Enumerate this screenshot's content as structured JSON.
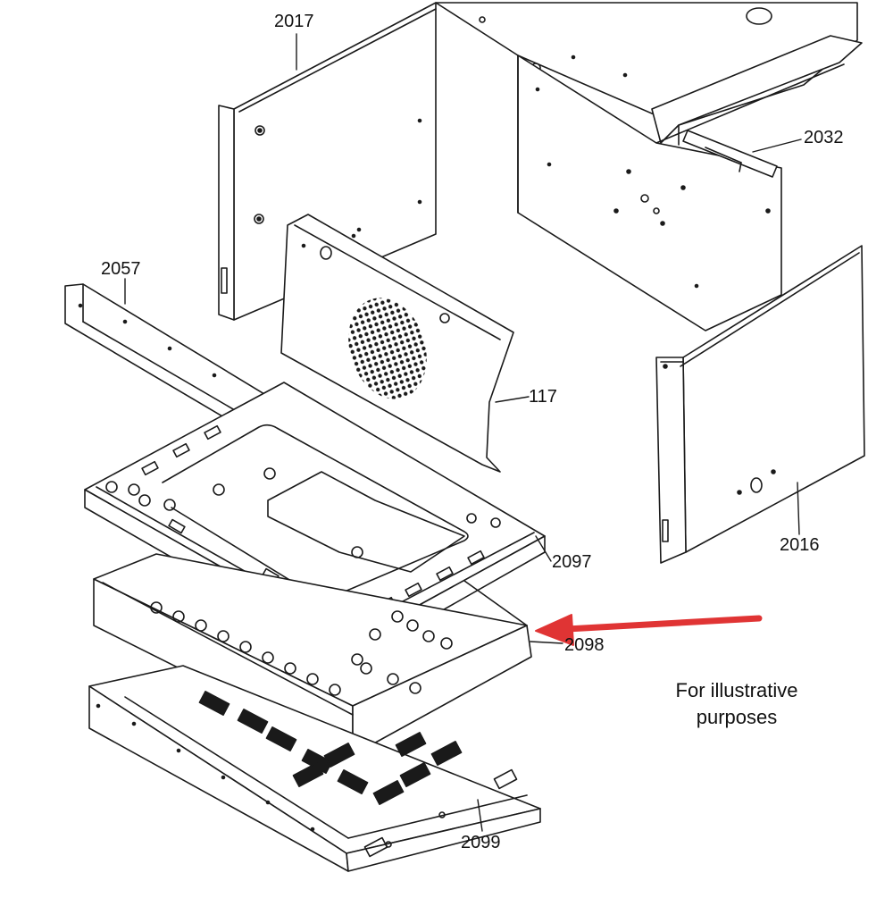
{
  "callouts": {
    "p2017": "2017",
    "p2032": "2032",
    "p2057": "2057",
    "p117": "117",
    "p2097": "2097",
    "p2098": "2098",
    "p2016": "2016",
    "p2099": "2099"
  },
  "note": {
    "line1": "For illustrative",
    "line2": "purposes"
  },
  "colors": {
    "line": "#1a1a1a",
    "arrow": "#e03434",
    "background": "#ffffff"
  }
}
